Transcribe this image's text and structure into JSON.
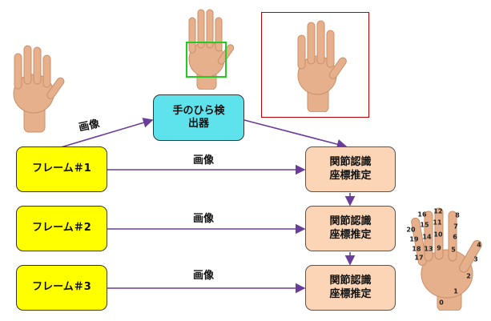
{
  "detector": {
    "label": "手のひら検\n出器"
  },
  "edge_label": "画像",
  "frames": [
    {
      "label": "フレーム＃1",
      "edge_label": "画像",
      "pose_label": "関節認識\n座標推定"
    },
    {
      "label": "フレーム＃2",
      "edge_label": "画像",
      "pose_label": "関節認識\n座標推定"
    },
    {
      "label": "フレーム＃3",
      "edge_label": "画像",
      "pose_label": "関節認識\n座標推定"
    }
  ],
  "keypoints": [
    "0",
    "1",
    "2",
    "3",
    "4",
    "5",
    "6",
    "7",
    "8",
    "9",
    "10",
    "11",
    "12",
    "13",
    "14",
    "15",
    "16",
    "17",
    "18",
    "19",
    "20"
  ],
  "colors": {
    "frame": "#ffff00",
    "pose": "#fbd5b5",
    "detector": "#5ee3ec",
    "arrow": "#6a3d9a",
    "crop": "#22cc22",
    "roi": "#c00000",
    "skin": "#e7b08c"
  }
}
